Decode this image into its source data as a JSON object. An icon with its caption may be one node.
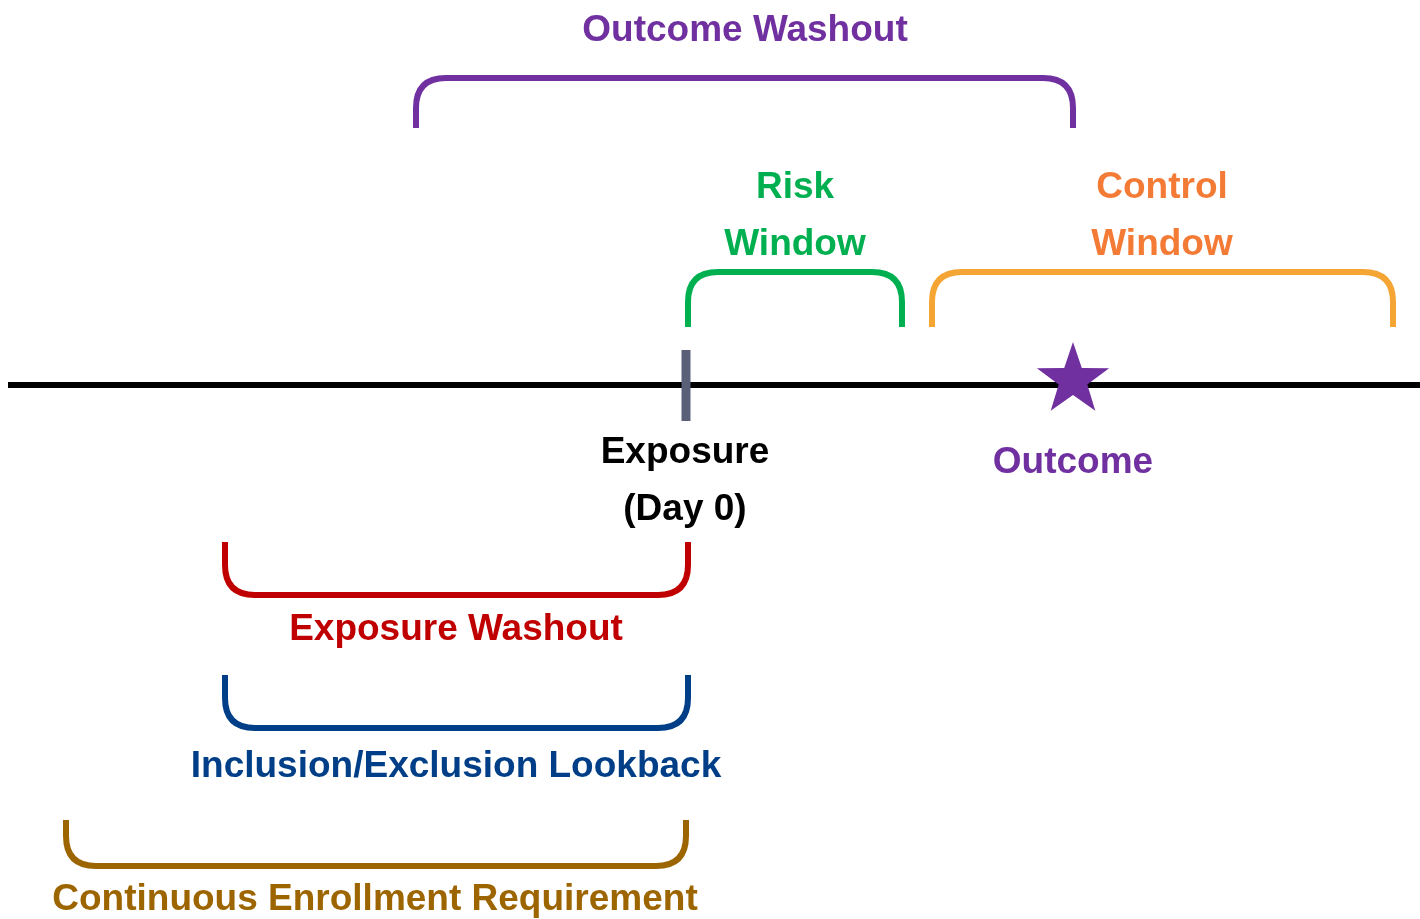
{
  "diagram": {
    "labels": [
      "Outcome Washout",
      "Risk Window",
      "Control Window",
      "Exposure (Day 0)",
      "Outcome",
      "Exposure Washout",
      "Inclusion/Exclusion Lookback",
      "Continuous Enrollment Requirement"
    ]
  }
}
